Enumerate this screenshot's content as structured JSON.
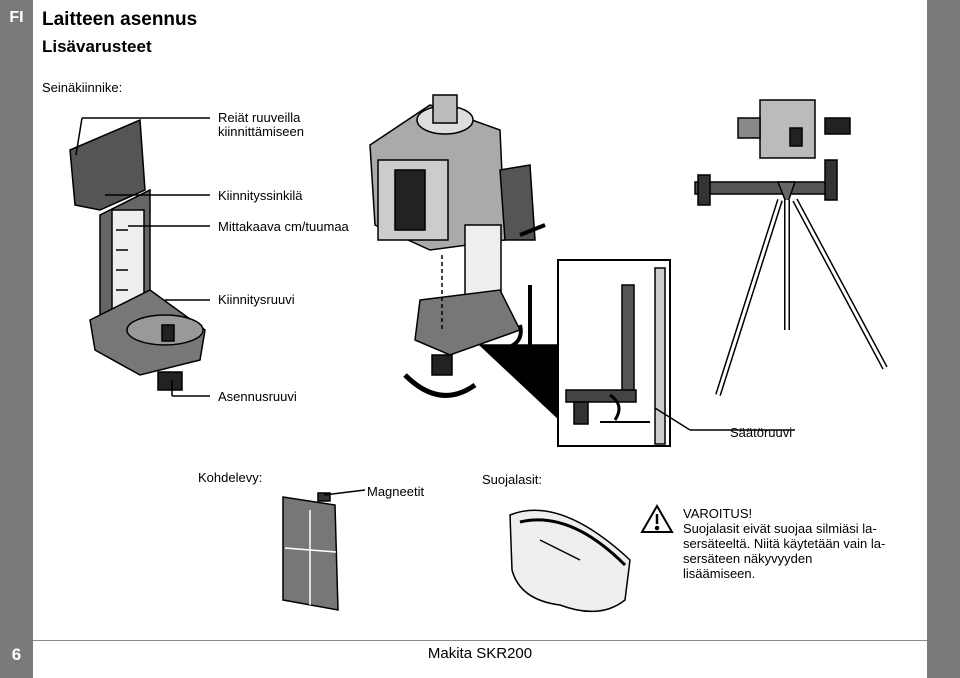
{
  "sidebar": {
    "lang": "FI",
    "page_number": "6"
  },
  "header": {
    "title": "Laitteen asennus",
    "subtitle": "Lisävarusteet"
  },
  "wall_mount": {
    "label": "Seinäkiinnike:",
    "callouts": [
      "Reiät ruuveilla",
      "kiinnittämiseen",
      "Kiinnityssinkilä",
      "Mittakaava cm/tuumaa",
      "Kiinnitysruuvi",
      "Asennusruuvi"
    ]
  },
  "adjust_label": "Säätöruuvi",
  "target_plate": {
    "label": "Kohdelevy:",
    "magnets_label": "Magneetit"
  },
  "glasses": {
    "label": "Suojalasit:"
  },
  "warning": {
    "title": "VAROITUS!",
    "lines": [
      "Suojalasit eivät suojaa silmiäsi la-",
      "sersäteeltä. Niitä käytetään vain la-",
      "sersäteen näkyvyyden",
      "lisäämiseen."
    ]
  },
  "footer": {
    "model": "Makita SKR200"
  }
}
